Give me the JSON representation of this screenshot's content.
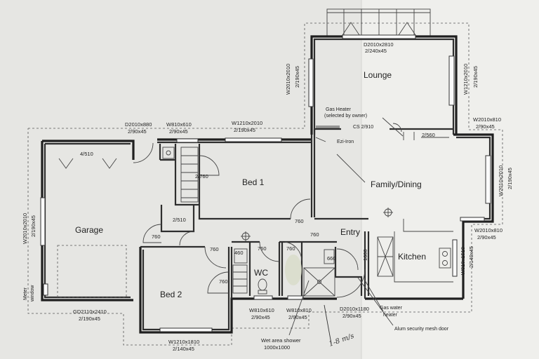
{
  "rooms": {
    "lounge": "Lounge",
    "bed1": "Bed 1",
    "family": "Family/Dining",
    "garage": "Garage",
    "entry": "Entry",
    "kitchen": "Kitchen",
    "wc": "WC",
    "bed2": "Bed 2"
  },
  "labels": {
    "d2010x2810": "D2010x2810",
    "d2010x2810_sub": "2/240x45",
    "w2010x2010_left": "W2010x2010",
    "w2010x2010_left_sub": "2/190x45",
    "w1210x2010_right": "W1210x2010",
    "w1210x2010_right_sub": "2/190x45",
    "gas_heater": "Gas Heater",
    "gas_heater_sub": "(selected by owner)",
    "cs": "CS 2/910",
    "ezi_iron": "Ezi-Iron",
    "d2010x880": "D2010x880",
    "d2010x880_sub": "2/90x45",
    "w810x610_top": "W810x610",
    "w810x610_top_sub": "2/90x45",
    "w1210x2010_top": "W1210x2010",
    "w1210x2010_top_sub": "2/190x45",
    "w2010x810_top": "W2010x810",
    "w2010x810_top_sub": "2/90x45",
    "lintel_4_510": "4/510",
    "lintel_2_760": "2/760",
    "lintel_2_560": "2/560",
    "w2010x2010_far_right": "W2010x2010",
    "w2010x2010_far_right_sub": "2/190x45",
    "w2010x2010_garage": "W2010x2010",
    "w2010x2010_garage_sub": "2/190x45",
    "lintel_2_510": "2/510",
    "d760_a": "760",
    "d760_b": "760",
    "d760_c": "760",
    "d760_d": "760",
    "d760_e": "760",
    "d760_f": "760",
    "d460": "460",
    "d660": "660",
    "d1600": "1600",
    "w2010x810_right": "W2010x810",
    "w2010x810_right_sub": "2/90x45",
    "w910x1510": "W910x1510",
    "w910x1510_sub": "2/140x45",
    "meter_window": "Meter",
    "meter_window_2": "window",
    "gd2110x2410": "GD2110x2410",
    "gd2110x2410_sub": "2/190x45",
    "w810x610_bottom": "W810x610",
    "w810x610_bottom_sub": "2/90x45",
    "w810x810_bottom": "W810x810",
    "w810x810_bottom_sub": "2/90x45",
    "d2010x1180": "D2010x1180",
    "d2010x1180_sub": "2/90x45",
    "gas_water": "Gas water",
    "gas_water_2": "heater",
    "alum_door": "Alum security mesh door",
    "wet_area": "Wet area shower",
    "wet_area_sub": "1000x1000",
    "w1210x1810": "W1210x1810",
    "w1210x1810_sub": "2/140x45",
    "handwritten": "1-8 m/s"
  }
}
